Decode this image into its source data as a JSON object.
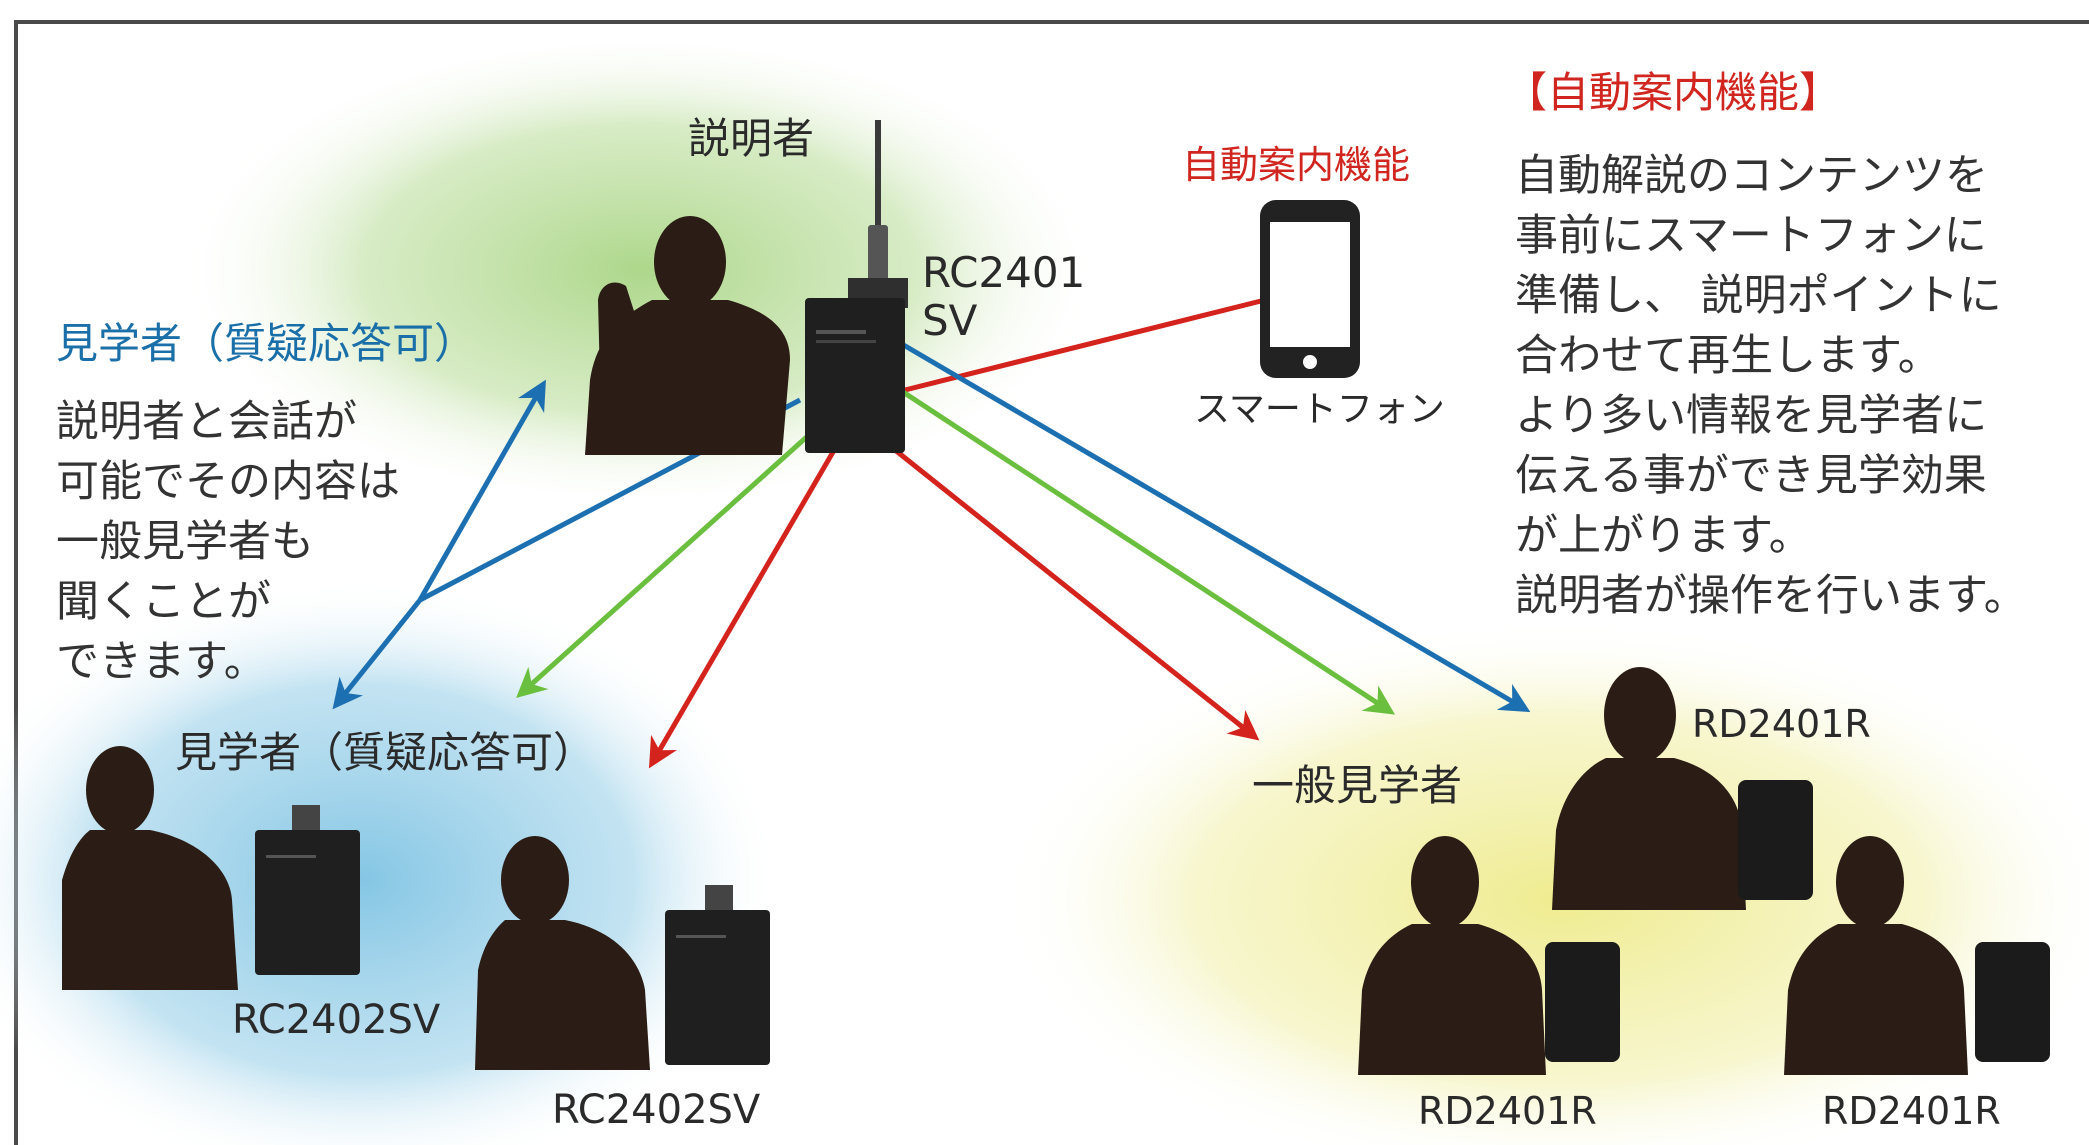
{
  "labels": {
    "presenter": "説明者",
    "transmitter": [
      "RC2401",
      "SV"
    ],
    "auto_guide_title": "自動案内機能",
    "smartphone": "スマートフォン",
    "qa_visitor_header": "見学者（質疑応答可）",
    "qa_visitor_group": "見学者（質疑応答可）",
    "general_visitors": "一般見学者",
    "rc2402_a": "RC2402SV",
    "rc2402_b": "RC2402SV",
    "rd2401_top": "RD2401R",
    "rd2401_left": "RD2401R",
    "rd2401_right": "RD2401R"
  },
  "qa_description": [
    "説明者と会話が",
    "可能でその内容は",
    "一般見学者も",
    "聞くことが",
    "できます。"
  ],
  "auto_guide_panel": {
    "heading": "【自動案内機能】",
    "lines": [
      "自動解説のコンテンツを",
      "事前にスマートフォンに",
      "準備し、 説明ポイントに",
      "合わせて再生します。",
      "より多い情報を見学者に",
      "伝える事ができ見学効果",
      "が上がります。",
      "説明者が操作を行います。"
    ]
  },
  "colors": {
    "blue_link": "#1c6fb0",
    "green_link": "#6bbf3f",
    "red_link": "#d4231d",
    "presenter_zone": "#b9dc9a",
    "qa_zone": "#8cc9e6",
    "general_zone": "#f1ee9e",
    "silhouette": "#2b1d15"
  },
  "icons": [
    "person-silhouette-icon",
    "transmitter-device-icon",
    "receiver-device-icon",
    "smartphone-icon"
  ]
}
